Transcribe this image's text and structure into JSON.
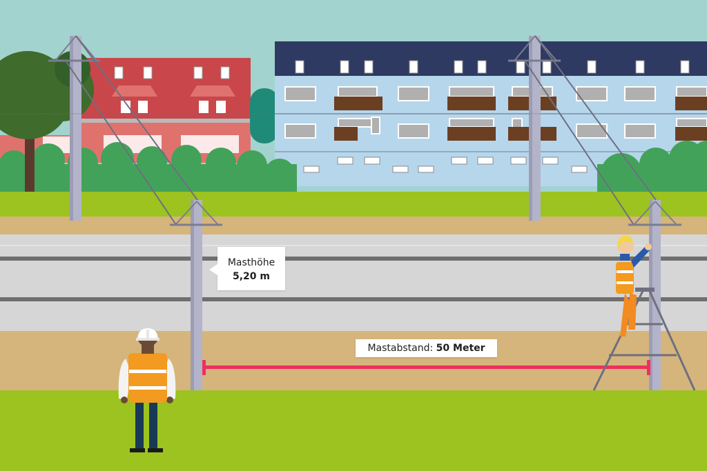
{
  "annotations": {
    "mast_height": {
      "label": "Masthöhe",
      "value": "5,20 m"
    },
    "mast_distance": {
      "label": "Mastabstand:",
      "value": "50 Meter"
    }
  },
  "colors": {
    "sky": "#a3d3cf",
    "grass": "#9cc320",
    "sand": "#d5b57b",
    "road": "#d6d6d6",
    "mast": "#b3b4c9",
    "measure_line": "#ef2f5f",
    "vest": "#f39a20",
    "red_building": "#c9464a",
    "blue_building": "#b6d6ec",
    "roof_navy": "#2f3a63"
  }
}
